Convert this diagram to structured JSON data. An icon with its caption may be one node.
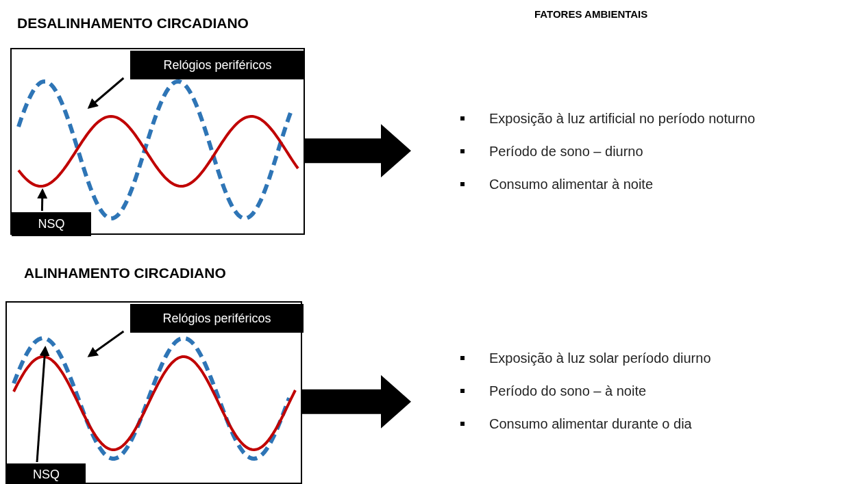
{
  "diagram": {
    "nodes": [
      {
        "text": [],
        "shape": "picture"
      },
      {
        "text": [
          "Relógios periféricos"
        ],
        "in": 0
      },
      {
        "text": [
          "NSQ"
        ],
        "in": 0
      },
      {
        "text": [
          "Exposição à luz artificial no período noturno",
          "Período de sono – diurno",
          "Consumo alimentar à noite"
        ]
      },
      {
        "text": [],
        "shape": "picture"
      },
      {
        "text": [
          "Relógios periféricos"
        ],
        "in": 4
      },
      {
        "text": [
          "NSQ"
        ],
        "in": 4
      },
      {
        "text": [
          "Exposição à luz solar período diurno",
          "Período do sono – à noite",
          "Consumo alimentar durante o dia"
        ]
      }
    ],
    "edges": [
      {
        "from": 1,
        "to": null,
        "arrow": "to"
      },
      {
        "from": 2,
        "to": null,
        "arrow": "to"
      },
      {
        "from": 0,
        "to": 3,
        "arrow": "to",
        "style": "thick"
      },
      {
        "from": 5,
        "to": null,
        "arrow": "to"
      },
      {
        "from": 6,
        "to": null,
        "arrow": "to"
      },
      {
        "from": 4,
        "to": 7,
        "arrow": "to",
        "style": "thick"
      }
    ],
    "labels": [
      "DESALINHAMENTO CIRCADIANO",
      "FATORES AMBIENTAIS",
      "ALINHAMENTO CIRCADIANO"
    ]
  }
}
